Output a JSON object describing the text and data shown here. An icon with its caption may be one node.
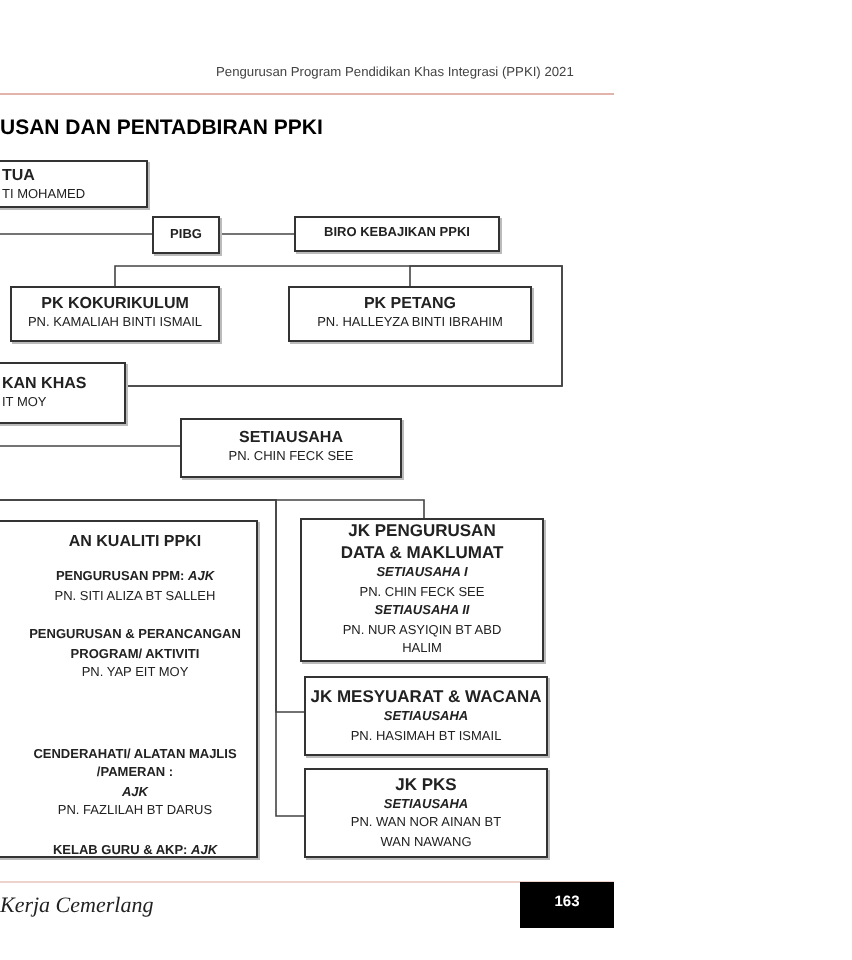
{
  "diagram": {
    "title": "USAN DAN PENTADBIRAN PPKI",
    "nodes": [
      {
        "text": [
          "TUA",
          "TI MOHAMED"
        ]
      },
      {
        "text": [
          "PIBG"
        ]
      },
      {
        "text": [
          "BIRO KEBAJIKAN PPKI"
        ]
      },
      {
        "text": [
          "PK KOKURIKULUM",
          "PN. KAMALIAH BINTI ISMAIL"
        ]
      },
      {
        "text": [
          "PK PETANG",
          "PN. HALLEYZA BINTI IBRAHIM"
        ]
      },
      {
        "text": [
          "KAN KHAS",
          "IT MOY"
        ]
      },
      {
        "text": [
          "SETIAUSAHA",
          "PN. CHIN FECK SEE"
        ]
      },
      {
        "text": [
          "AN KUALITI PPKI",
          "PENGURUSAN PPM: *AJK*",
          "PN. SITI ALIZA BT SALLEH",
          "PENGURUSAN & PERANCANGAN PROGRAM/ AKTIVITI",
          "PN. YAP EIT MOY",
          "CENDERAHATI/ ALATAN MAJLIS /PAMERAN :",
          "AJK",
          "PN. FAZLILAH BT DARUS",
          "KELAB GURU & AKP: *AJK*"
        ]
      },
      {
        "text": [
          "JK PENGURUSAN DATA & MAKLUMAT",
          "SETIAUSAHA I",
          "PN. CHIN FECK SEE",
          "SETIAUSAHA II",
          "PN. NUR ASYIQIN BT ABD HALIM"
        ]
      },
      {
        "text": [
          "JK MESYUARAT & WACANA",
          "SETIAUSAHA",
          "PN. HASIMAH BT ISMAIL"
        ]
      },
      {
        "text": [
          "JK PKS",
          "SETIAUSAHA",
          "PN. WAN NOR AINAN BT WAN NAWANG"
        ]
      }
    ],
    "edges": [
      {
        "from": null,
        "to": 1,
        "arrow": "none"
      },
      {
        "from": 1,
        "to": 2,
        "arrow": "none"
      },
      {
        "from": 5,
        "to": 3,
        "arrow": "none"
      },
      {
        "from": 5,
        "to": 4,
        "arrow": "none"
      },
      {
        "from": null,
        "to": 6,
        "arrow": "none"
      },
      {
        "from": null,
        "to": 8,
        "arrow": "none"
      },
      {
        "from": null,
        "to": 9,
        "arrow": "none"
      },
      {
        "from": null,
        "to": 10,
        "arrow": "none"
      }
    ],
    "labels": [
      "Pengurusan Program Pendidikan Khas Integrasi (PPKI) 2021",
      "Kerja Cemerlang",
      "163"
    ]
  }
}
